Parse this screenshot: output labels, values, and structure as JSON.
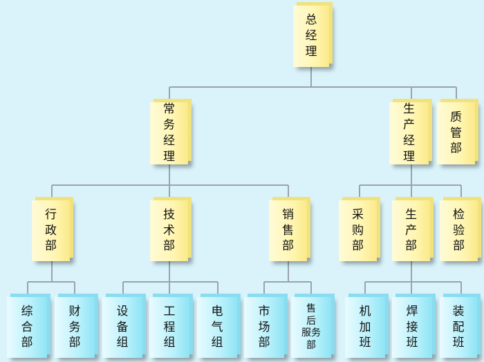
{
  "nodes": {
    "ceo": [
      "总",
      "经",
      "理"
    ],
    "deputy": [
      "常",
      "务",
      "经",
      "理"
    ],
    "prod_mgr": [
      "生",
      "产",
      "经",
      "理"
    ],
    "quality": [
      "质",
      "管",
      "部"
    ],
    "admin": [
      "行",
      "政",
      "部"
    ],
    "tech": [
      "技",
      "术",
      "部"
    ],
    "sales": [
      "销",
      "售",
      "部"
    ],
    "purchase": [
      "采",
      "购",
      "部"
    ],
    "production": [
      "生",
      "产",
      "部"
    ],
    "inspection": [
      "检",
      "验",
      "部"
    ],
    "general": [
      "综",
      "合",
      "部"
    ],
    "finance": [
      "财",
      "务",
      "部"
    ],
    "equipment": [
      "设",
      "备",
      "组"
    ],
    "engineering": [
      "工",
      "程",
      "组"
    ],
    "electrical": [
      "电",
      "气",
      "组"
    ],
    "market": [
      "市",
      "场",
      "部"
    ],
    "aftersales": [
      "售",
      "后",
      "服务",
      "部"
    ],
    "machining": [
      "机",
      "加",
      "班"
    ],
    "welding": [
      "焊",
      "接",
      "班"
    ],
    "assembly": [
      "装",
      "配",
      "班"
    ]
  }
}
